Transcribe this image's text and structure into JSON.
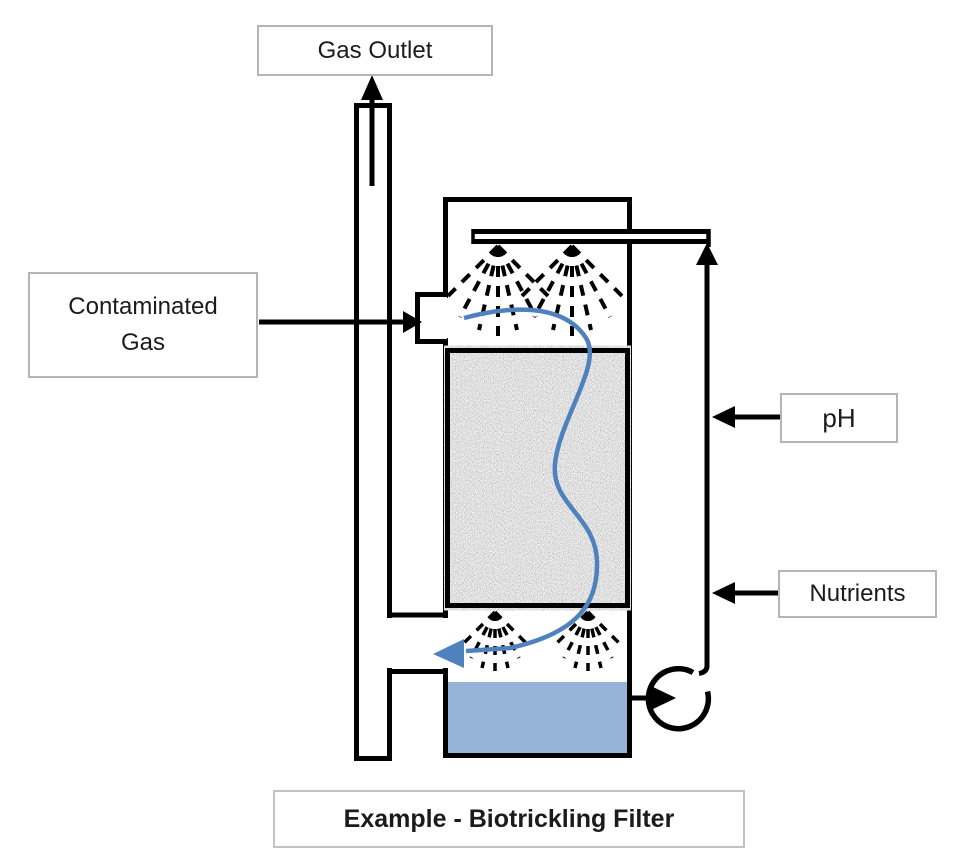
{
  "diagram": {
    "type": "process-flow-diagram",
    "title": "Example - Biotrickling Filter",
    "labels": {
      "gas_outlet": "Gas Outlet",
      "contaminated_gas": "Contaminated Gas",
      "ph": "pH",
      "nutrients": "Nutrients"
    },
    "components": [
      "gas-outlet-exhaust-pipe",
      "contaminated-gas-inlet",
      "filter-vessel",
      "liquid-distributor-pipe",
      "spray-nozzles-top",
      "packed-bed-media",
      "spray-nozzles-bottom",
      "liquid-sump",
      "recirculation-pump",
      "recirculation-pipe",
      "gas-flow-path"
    ],
    "colors": {
      "line": "#000000",
      "gas_flow_arrow": "#4f81bd",
      "sump_liquid": "#95b3d7",
      "label_box_border": "#b5b5b5",
      "packed_bed_base": "#c8c8c8"
    }
  }
}
